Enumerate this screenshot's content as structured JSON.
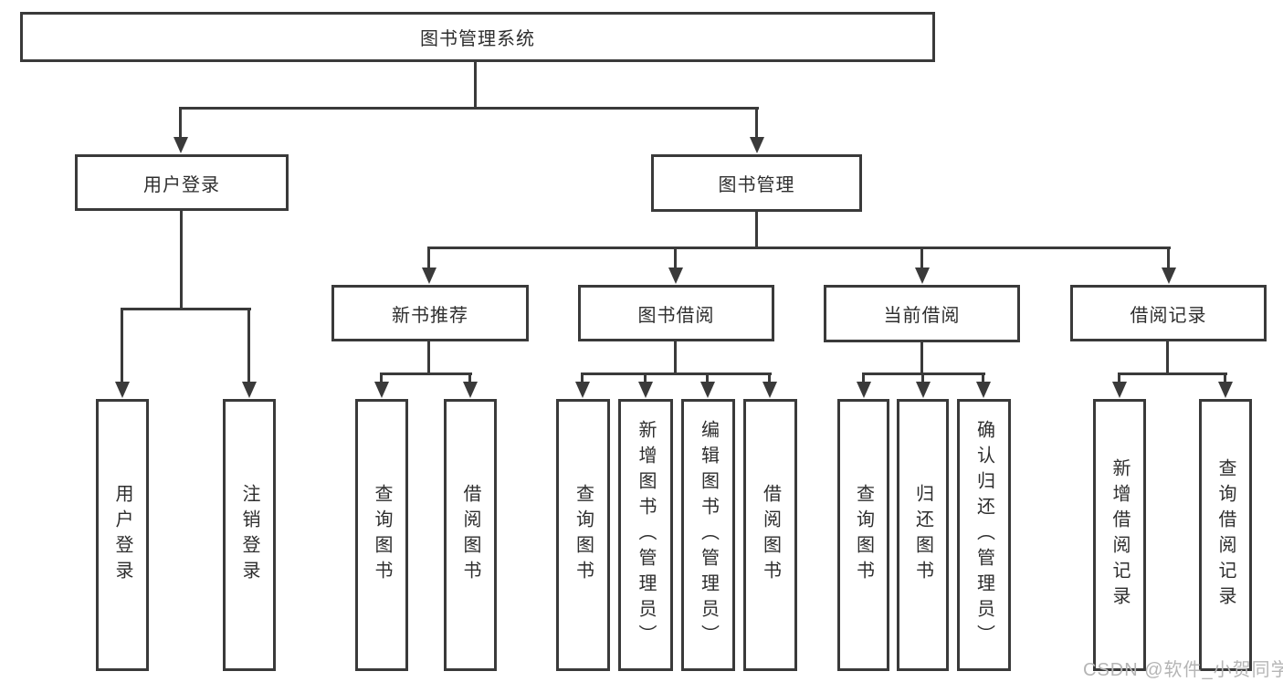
{
  "colors": {
    "line": "#3a3a3a",
    "text": "#2e2e2e",
    "watermark": "#b5b5b5",
    "background": "#ffffff"
  },
  "diagram": {
    "type": "hierarchy-tree",
    "nodes": {
      "root": {
        "label": "图书管理系统"
      },
      "user_login": {
        "label": "用户登录"
      },
      "book_mgmt": {
        "label": "图书管理"
      },
      "new_book_rec": {
        "label": "新书推荐"
      },
      "book_borrow": {
        "label": "图书借阅"
      },
      "current_borrow": {
        "label": "当前借阅"
      },
      "borrow_record": {
        "label": "借阅记录"
      },
      "leaf_user_login": {
        "label": "用户登录"
      },
      "leaf_logout": {
        "label": "注销登录"
      },
      "leaf_query_book_1": {
        "label": "查询图书"
      },
      "leaf_borrow_book_1": {
        "label": "借阅图书"
      },
      "leaf_query_book_2": {
        "label": "查询图书"
      },
      "leaf_add_book": {
        "label": "新增图书（管理员）"
      },
      "leaf_edit_book": {
        "label": "编辑图书（管理员）"
      },
      "leaf_borrow_book_2": {
        "label": "借阅图书"
      },
      "leaf_query_book_3": {
        "label": "查询图书"
      },
      "leaf_return_book": {
        "label": "归还图书"
      },
      "leaf_confirm_return": {
        "label": "确认归还（管理员）"
      },
      "leaf_add_record": {
        "label": "新增借阅记录"
      },
      "leaf_query_record": {
        "label": "查询借阅记录"
      }
    },
    "tree": {
      "图书管理系统": {
        "用户登录": [
          "用户登录",
          "注销登录"
        ],
        "图书管理": {
          "新书推荐": [
            "查询图书",
            "借阅图书"
          ],
          "图书借阅": [
            "查询图书",
            "新增图书（管理员）",
            "编辑图书（管理员）",
            "借阅图书"
          ],
          "当前借阅": [
            "查询图书",
            "归还图书",
            "确认归还（管理员）"
          ],
          "借阅记录": [
            "新增借阅记录",
            "查询借阅记录"
          ]
        }
      }
    }
  },
  "watermark": {
    "text": "CSDN @软件_小贺同学"
  }
}
